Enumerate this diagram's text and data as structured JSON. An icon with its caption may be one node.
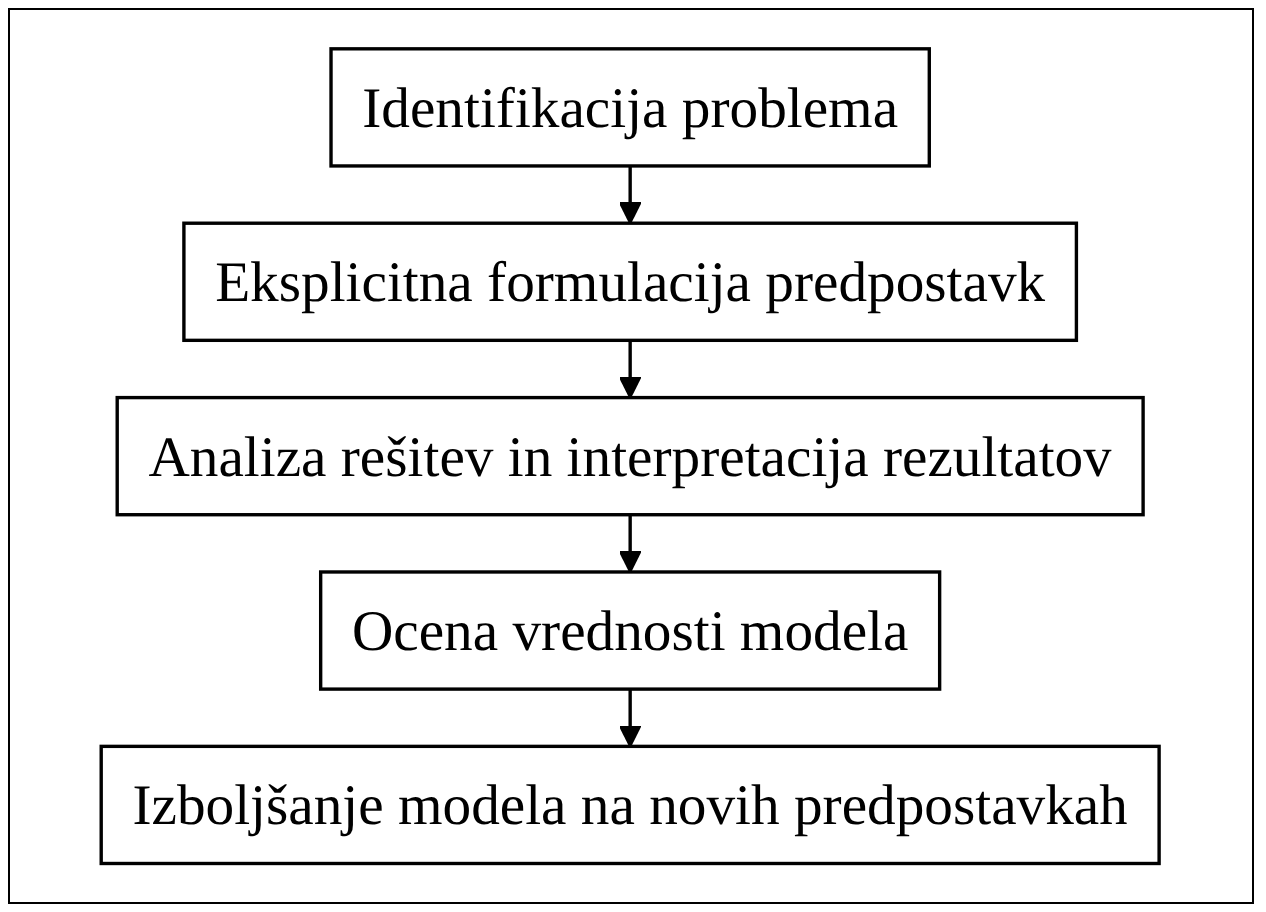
{
  "diagram": {
    "nodes": [
      {
        "text": [
          "Identifikacija problema"
        ]
      },
      {
        "text": [
          "Eksplicitna formulacija predpostavk"
        ]
      },
      {
        "text": [
          "Analiza rešitev in interpretacija rezultatov"
        ]
      },
      {
        "text": [
          "Ocena vrednosti modela"
        ]
      },
      {
        "text": [
          "Izboljšanje modela na novih predpostavkah"
        ]
      }
    ],
    "edges": [
      {
        "from": 0,
        "to": 1,
        "arrow": "to"
      },
      {
        "from": 1,
        "to": 2,
        "arrow": "to"
      },
      {
        "from": 2,
        "to": 3,
        "arrow": "to"
      },
      {
        "from": 3,
        "to": 4,
        "arrow": "to"
      }
    ]
  }
}
